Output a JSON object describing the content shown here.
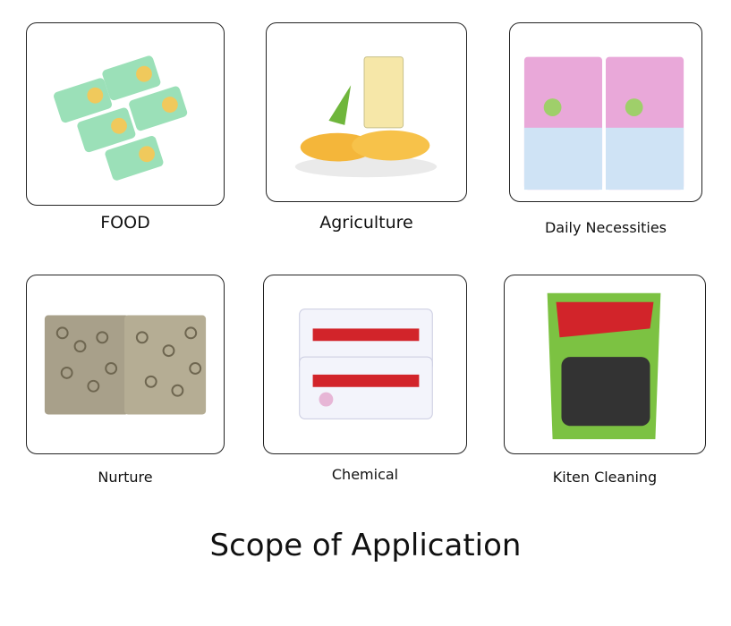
{
  "title": "Scope of Application",
  "categories": [
    {
      "label": "FOOD"
    },
    {
      "label": "Agriculture"
    },
    {
      "label": "Daily Necessities"
    },
    {
      "label": "Nurture"
    },
    {
      "label": "Chemical"
    },
    {
      "label": "Kiten Cleaning"
    }
  ],
  "colors": {
    "food_pack": "#9be0b8",
    "corn": "#f4b63a",
    "daily_pack": "#e9a8d9",
    "nurture_pack": "#a8a08a",
    "chemical_text": "#d2242a",
    "cleaning_pack": "#7cc242"
  }
}
